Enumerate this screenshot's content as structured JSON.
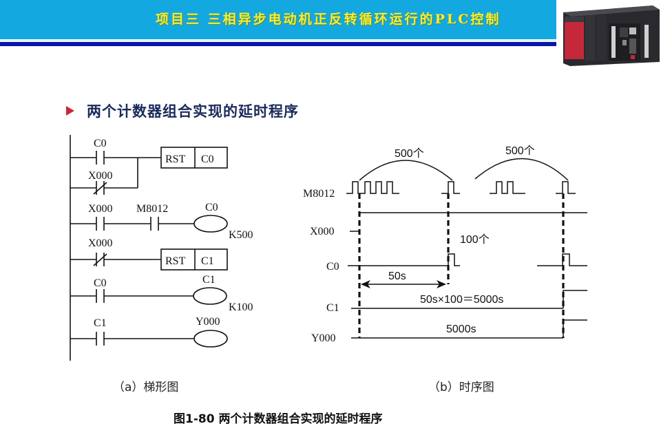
{
  "header": {
    "title": "项目三  三相异步电动机正反转循环运行的PLC控制",
    "title_color": "#f2ee3a",
    "band_color": "#14a8e0",
    "rule_color": "#0a16a8",
    "image_icon": "plc-hardware-photo"
  },
  "section": {
    "bullet_icon": "arrow-bullet-icon",
    "heading": "两个计数器组合实现的延时程序"
  },
  "ladder": {
    "rungs": [
      {
        "contacts": [
          {
            "label": "C0",
            "type": "NO"
          }
        ],
        "branch": {
          "label": "X000",
          "type": "NC"
        },
        "output": {
          "kind": "box",
          "op": "RST",
          "target": "C0"
        }
      },
      {
        "contacts": [
          {
            "label": "X000",
            "type": "NO"
          },
          {
            "label": "M8012",
            "type": "NO"
          }
        ],
        "output": {
          "kind": "coil",
          "label": "C0",
          "preset": "K500"
        }
      },
      {
        "contacts": [
          {
            "label": "X000",
            "type": "NC"
          }
        ],
        "output": {
          "kind": "box",
          "op": "RST",
          "target": "C1"
        }
      },
      {
        "contacts": [
          {
            "label": "C0",
            "type": "NO"
          }
        ],
        "output": {
          "kind": "coil",
          "label": "C1",
          "preset": "K100"
        }
      },
      {
        "contacts": [
          {
            "label": "C1",
            "type": "NO"
          }
        ],
        "output": {
          "kind": "coil",
          "label": "Y000"
        }
      }
    ],
    "caption": "（a）梯形图"
  },
  "timing": {
    "signals": [
      "M8012",
      "X000",
      "C0",
      "C1",
      "Y000"
    ],
    "annotations": {
      "count1": "500个",
      "count2": "500个",
      "count_c1": "100个",
      "period": "50s",
      "formula": "50s×100＝5000s",
      "total": "5000s"
    },
    "caption": "（b）时序图"
  },
  "figure_caption": "图1-80   两个计数器组合实现的延时程序"
}
